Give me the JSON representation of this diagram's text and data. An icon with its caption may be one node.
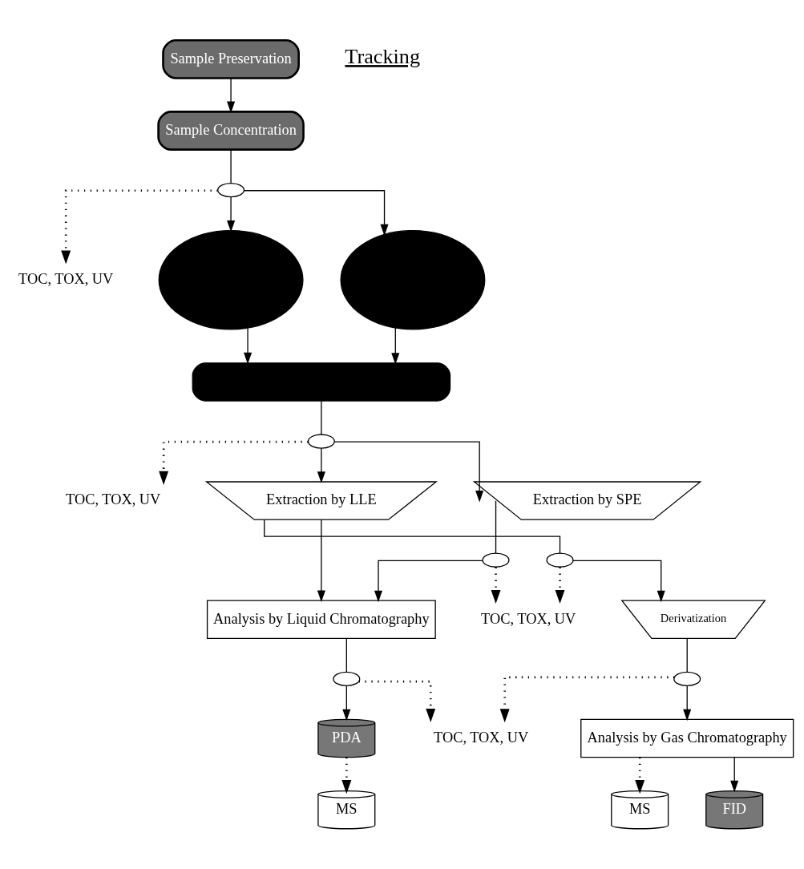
{
  "diagram": {
    "nodes": [
      {
        "text": [
          "Sample Preservation"
        ]
      },
      {
        "text": [
          "Sample Concentration"
        ]
      },
      {
        "text": [],
        "shape": "ellipse"
      },
      {
        "text": [
          "TOC, TOX, UV"
        ]
      },
      {
        "text": [],
        "shape": "ellipse"
      },
      {
        "text": [],
        "shape": "ellipse"
      },
      {
        "text": [],
        "shape": "box"
      },
      {
        "text": [],
        "shape": "ellipse"
      },
      {
        "text": [
          "TOC, TOX, UV"
        ]
      },
      {
        "text": [
          "Extraction by LLE"
        ]
      },
      {
        "text": [
          "Extraction by SPE"
        ]
      },
      {
        "text": [],
        "shape": "ellipse"
      },
      {
        "text": [],
        "shape": "ellipse"
      },
      {
        "text": [
          "TOC, TOX, UV"
        ]
      },
      {
        "text": [
          "Derivatization"
        ]
      },
      {
        "text": [
          "Analysis by Liquid Chromatography"
        ]
      },
      {
        "text": [],
        "shape": "ellipse"
      },
      {
        "text": [],
        "shape": "ellipse"
      },
      {
        "text": [
          "TOC, TOX, UV"
        ]
      },
      {
        "text": [
          "Analysis by Gas Chromatography"
        ]
      },
      {
        "text": [
          "PDA"
        ]
      },
      {
        "text": [
          "FID"
        ]
      },
      {
        "text": [
          "MS"
        ]
      },
      {
        "text": [
          "MS"
        ]
      }
    ],
    "edges": [
      {
        "from": 0,
        "to": 1,
        "arrow": "to"
      },
      {
        "from": 1,
        "to": 2,
        "arrow": "none"
      },
      {
        "from": 2,
        "to": 3,
        "arrow": "to",
        "style": "dashed"
      },
      {
        "from": 2,
        "to": 4,
        "arrow": "to"
      },
      {
        "from": 2,
        "to": 5,
        "arrow": "to"
      },
      {
        "from": 4,
        "to": 6,
        "arrow": "to"
      },
      {
        "from": 5,
        "to": 6,
        "arrow": "to"
      },
      {
        "from": 6,
        "to": 7,
        "arrow": "none"
      },
      {
        "from": 7,
        "to": 8,
        "arrow": "to",
        "style": "dashed"
      },
      {
        "from": 7,
        "to": 9,
        "arrow": "to"
      },
      {
        "from": 7,
        "to": 10,
        "arrow": "to"
      },
      {
        "from": 9,
        "to": 11,
        "arrow": "none"
      },
      {
        "from": 11,
        "to": 13,
        "arrow": "to",
        "style": "dashed"
      },
      {
        "from": 11,
        "to": 14,
        "arrow": "to"
      },
      {
        "from": 9,
        "to": 15,
        "arrow": "to"
      },
      {
        "from": 10,
        "to": 12,
        "arrow": "none"
      },
      {
        "from": 12,
        "to": 13,
        "arrow": "to",
        "style": "dashed"
      },
      {
        "from": 12,
        "to": 15,
        "arrow": "to"
      },
      {
        "from": 14,
        "to": 16,
        "arrow": "none"
      },
      {
        "from": 16,
        "to": 18,
        "arrow": "to",
        "style": "dashed"
      },
      {
        "from": 16,
        "to": 19,
        "arrow": "to"
      },
      {
        "from": 15,
        "to": 17,
        "arrow": "none"
      },
      {
        "from": 17,
        "to": 18,
        "arrow": "to",
        "style": "dashed"
      },
      {
        "from": 17,
        "to": 20,
        "arrow": "to"
      },
      {
        "from": 19,
        "to": 21,
        "arrow": "to"
      },
      {
        "from": 19,
        "to": 22,
        "arrow": "to",
        "style": "dashed"
      },
      {
        "from": 20,
        "to": 23,
        "arrow": "to",
        "style": "dashed"
      }
    ],
    "labels": [
      "Tracking"
    ]
  }
}
